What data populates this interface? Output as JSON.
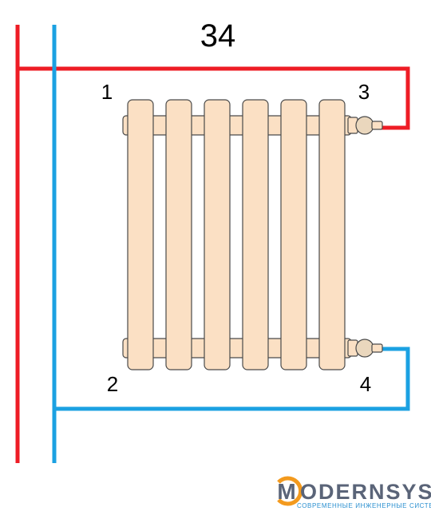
{
  "diagram": {
    "scheme_number": "34",
    "port_labels": {
      "top_left": "1",
      "top_right": "3",
      "bottom_left": "2",
      "bottom_right": "4"
    },
    "section_count": 6
  },
  "colors": {
    "supply": "#ee1c25",
    "return": "#1ba1e2",
    "radiator_fill": "#fbe0c4",
    "radiator_stroke": "#4a4a4a",
    "valve_fill": "#ead7bd"
  },
  "logo": {
    "name": "ODERNSYS",
    "letter": "M",
    "tagline": "СОВРЕМЕННЫЕ ИНЖЕНЕРНЫЕ СИСТЕМЫ",
    "name_color": "#5a6478",
    "tagline_color": "#2a8fd0",
    "ring_color": "#f39a1e"
  }
}
